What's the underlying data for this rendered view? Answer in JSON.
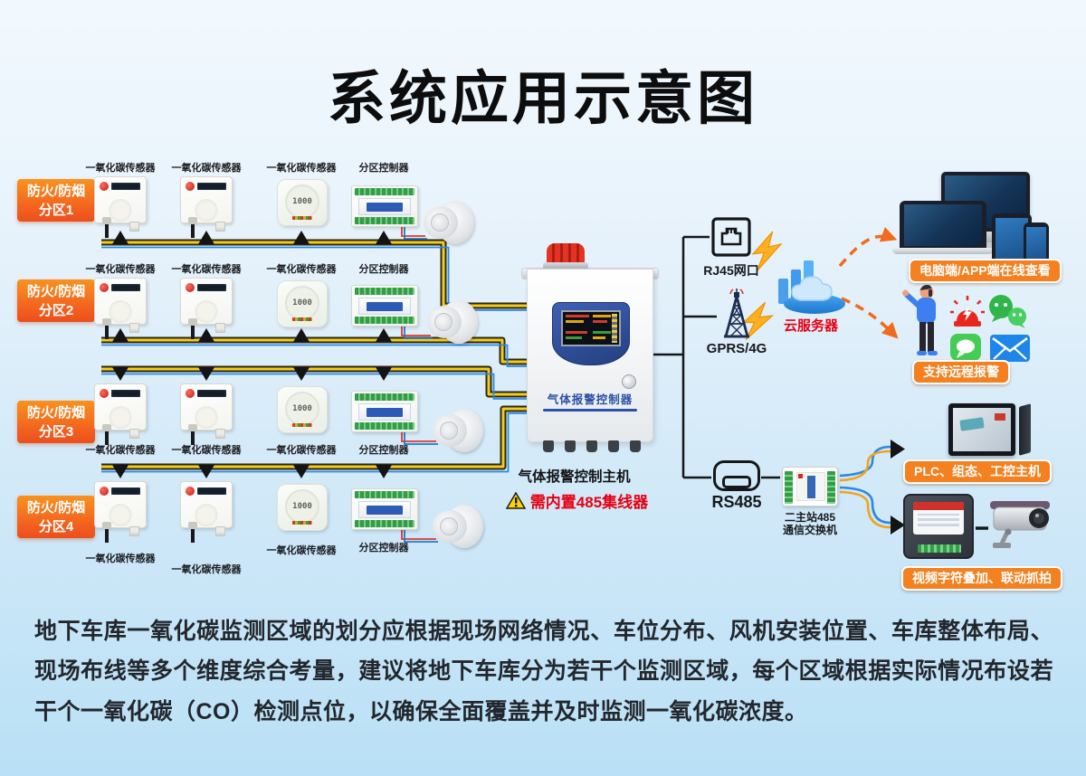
{
  "title": "系统应用示意图",
  "zones": [
    {
      "line1": "防火/防烟",
      "line2": "分区1",
      "sensors": [
        "一氧化碳传感器",
        "一氧化碳传感器",
        "一氧化碳传感器"
      ],
      "controller": "分区控制器"
    },
    {
      "line1": "防火/防烟",
      "line2": "分区2",
      "sensors": [
        "一氧化碳传感器",
        "一氧化碳传感器",
        "一氧化碳传感器"
      ],
      "controller": "分区控制器"
    },
    {
      "line1": "防火/防烟",
      "line2": "分区3",
      "sensors": [
        "一氧化碳传感器",
        "一氧化碳传感器",
        "一氧化碳传感器"
      ],
      "controller": "分区控制器"
    },
    {
      "line1": "防火/防烟",
      "line2": "分区4",
      "sensors": [
        "一氧化碳传感器",
        "一氧化碳传感器",
        "一氧化碳传感器"
      ],
      "controller": "分区控制器"
    }
  ],
  "sensor_display": "1000",
  "main_controller": {
    "panel_label": "气体报警控制器",
    "caption": "气体报警控制主机",
    "warning": "需内置485集线器"
  },
  "network": {
    "rj45": "RJ45网口",
    "gprs": "GPRS/4G",
    "cloud": "云服务器",
    "rs485": "RS485",
    "switch_line1": "二主站485",
    "switch_line2": "通信交换机"
  },
  "right": {
    "online_view": "电脑端/APP端在线查看",
    "remote_alarm": "支持远程报警",
    "plc": "PLC、组态、工控主机",
    "video": "视频字符叠加、联动抓拍"
  },
  "footer": "地下车库一氧化碳监测区域的划分应根据现场网络情况、车位分布、风机安装位置、车库整体布局、现场布线等多个维度综合考量，建议将地下车库分为若干个监测区域，每个区域根据实际情况布设若干个一氧化碳（CO）检测点位，以确保全面覆盖并及时监测一氧化碳浓度。",
  "colors": {
    "accent_orange": "#f4801f",
    "warning_red": "#e60012",
    "zone_gradient_top": "#f9921e",
    "zone_gradient_bottom": "#ec4f1d",
    "wire_yellow": "#f2cd1c",
    "wire_blue": "#2a8ae2",
    "wire_dark": "#2c2517",
    "panel_blue": "#2b50a8"
  }
}
